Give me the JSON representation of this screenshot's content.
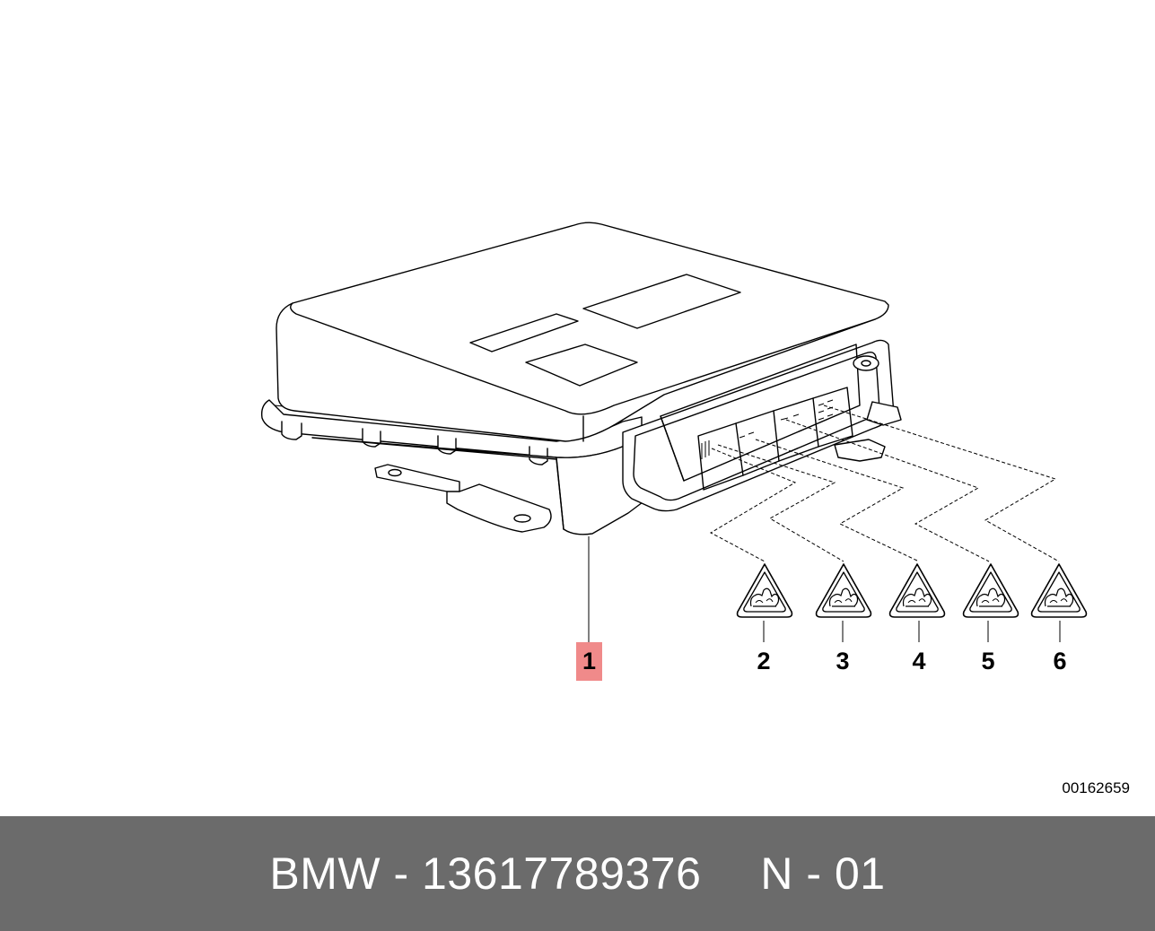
{
  "diagram": {
    "callouts": [
      {
        "id": "1",
        "label": "1",
        "highlighted": true
      },
      {
        "id": "2",
        "label": "2"
      },
      {
        "id": "3",
        "label": "3"
      },
      {
        "id": "4",
        "label": "4"
      },
      {
        "id": "5",
        "label": "5"
      },
      {
        "id": "6",
        "label": "6"
      }
    ],
    "highlight_color": "#f08a8a",
    "warning_icon": "esd-warning-triangle-icon"
  },
  "document_number": "00162659",
  "footer": {
    "part_text": "BMW - 13617789376",
    "variant_text": "N - 01",
    "background_color": "#6b6b6b"
  }
}
